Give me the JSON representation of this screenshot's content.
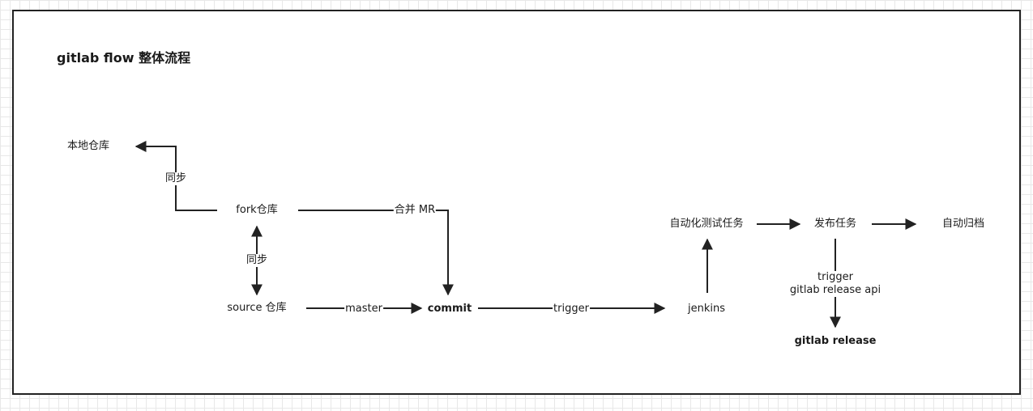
{
  "diagram": {
    "title": "gitlab flow 整体流程",
    "nodes": {
      "local_repo": "本地仓库",
      "fork_repo": "fork仓库",
      "source_repo": "source 仓库",
      "commit": "commit",
      "jenkins": "jenkins",
      "auto_test": "自动化测试任务",
      "publish_task": "发布任务",
      "auto_archive": "自动归档",
      "gitlab_release": "gitlab release"
    },
    "edge_labels": {
      "sync_top": "同步",
      "sync_bottom": "同步",
      "merge_mr": "合并 MR",
      "master": "master",
      "trigger_jenkins": "trigger",
      "trigger_release_line1": "trigger",
      "trigger_release_line2": "gitlab release api"
    },
    "colors": {
      "line": "#222222",
      "frame": "#222222",
      "grid": "#e8e8e8"
    }
  }
}
